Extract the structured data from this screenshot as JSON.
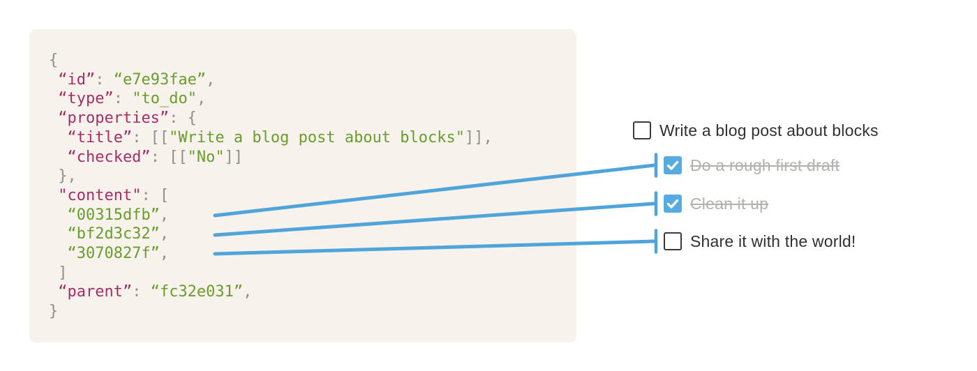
{
  "colors": {
    "page_bg": "#ffffff",
    "code_bg": "#f7f3ec",
    "syntax_key": "#a32e67",
    "syntax_string": "#6a9c2c",
    "syntax_punct": "#8e8e8e",
    "connector_blue": "#4fa4d9",
    "checkbox_checked_bg": "#58abde",
    "checkbox_unchecked_border": "#3a3a3a",
    "todo_text": "#303030",
    "todo_text_done": "#b3b1ae"
  },
  "code_block": {
    "lines": [
      {
        "indent": 0,
        "segments": [
          {
            "t": "{",
            "c": "punct"
          }
        ]
      },
      {
        "indent": 1,
        "segments": [
          {
            "t": "“id”",
            "c": "key"
          },
          {
            "t": ": ",
            "c": "punct"
          },
          {
            "t": "“e7e93fae”",
            "c": "str"
          },
          {
            "t": ",",
            "c": "punct"
          }
        ]
      },
      {
        "indent": 1,
        "segments": [
          {
            "t": "“type”",
            "c": "key"
          },
          {
            "t": ": ",
            "c": "punct"
          },
          {
            "t": "\"to_do\"",
            "c": "str"
          },
          {
            "t": ",",
            "c": "punct"
          }
        ]
      },
      {
        "indent": 1,
        "segments": [
          {
            "t": "“properties”",
            "c": "key"
          },
          {
            "t": ": {",
            "c": "punct"
          }
        ]
      },
      {
        "indent": 2,
        "segments": [
          {
            "t": "“title”",
            "c": "key"
          },
          {
            "t": ": [[",
            "c": "punct"
          },
          {
            "t": "\"Write a blog post about blocks\"",
            "c": "str"
          },
          {
            "t": "]],",
            "c": "punct"
          }
        ]
      },
      {
        "indent": 2,
        "segments": [
          {
            "t": "“checked”",
            "c": "key"
          },
          {
            "t": ": [[",
            "c": "punct"
          },
          {
            "t": "\"No\"",
            "c": "str"
          },
          {
            "t": "]]",
            "c": "punct"
          }
        ]
      },
      {
        "indent": 1,
        "segments": [
          {
            "t": "},",
            "c": "punct"
          }
        ]
      },
      {
        "indent": 1,
        "segments": [
          {
            "t": "\"content\"",
            "c": "key"
          },
          {
            "t": ": [",
            "c": "punct"
          }
        ]
      },
      {
        "indent": 2,
        "segments": [
          {
            "t": "“00315dfb”",
            "c": "str"
          },
          {
            "t": ",",
            "c": "punct"
          }
        ]
      },
      {
        "indent": 2,
        "segments": [
          {
            "t": "“bf2d3c32”",
            "c": "str"
          },
          {
            "t": ",",
            "c": "punct"
          }
        ]
      },
      {
        "indent": 2,
        "segments": [
          {
            "t": "“3070827f”",
            "c": "str"
          },
          {
            "t": ",",
            "c": "punct"
          }
        ]
      },
      {
        "indent": 1,
        "segments": [
          {
            "t": "]",
            "c": "punct"
          }
        ]
      },
      {
        "indent": 1,
        "segments": [
          {
            "t": "“parent”",
            "c": "key"
          },
          {
            "t": ": ",
            "c": "punct"
          },
          {
            "t": "“fc32e031”",
            "c": "str"
          },
          {
            "t": ",",
            "c": "punct"
          }
        ]
      },
      {
        "indent": 0,
        "segments": [
          {
            "t": "}",
            "c": "punct"
          }
        ]
      }
    ]
  },
  "todo_list": {
    "items": [
      {
        "label": "Write a blog post about blocks",
        "checked": false,
        "done": false,
        "indented": false
      },
      {
        "label": "Do a rough first draft",
        "checked": true,
        "done": true,
        "indented": true
      },
      {
        "label": "Clean it up",
        "checked": true,
        "done": true,
        "indented": true
      },
      {
        "label": "Share it with the world!",
        "checked": false,
        "done": false,
        "indented": true
      }
    ]
  },
  "connections": [
    {
      "from": "00315dfb",
      "to": "Do a rough first draft"
    },
    {
      "from": "bf2d3c32",
      "to": "Clean it up"
    },
    {
      "from": "3070827f",
      "to": "Share it with the world!"
    }
  ]
}
